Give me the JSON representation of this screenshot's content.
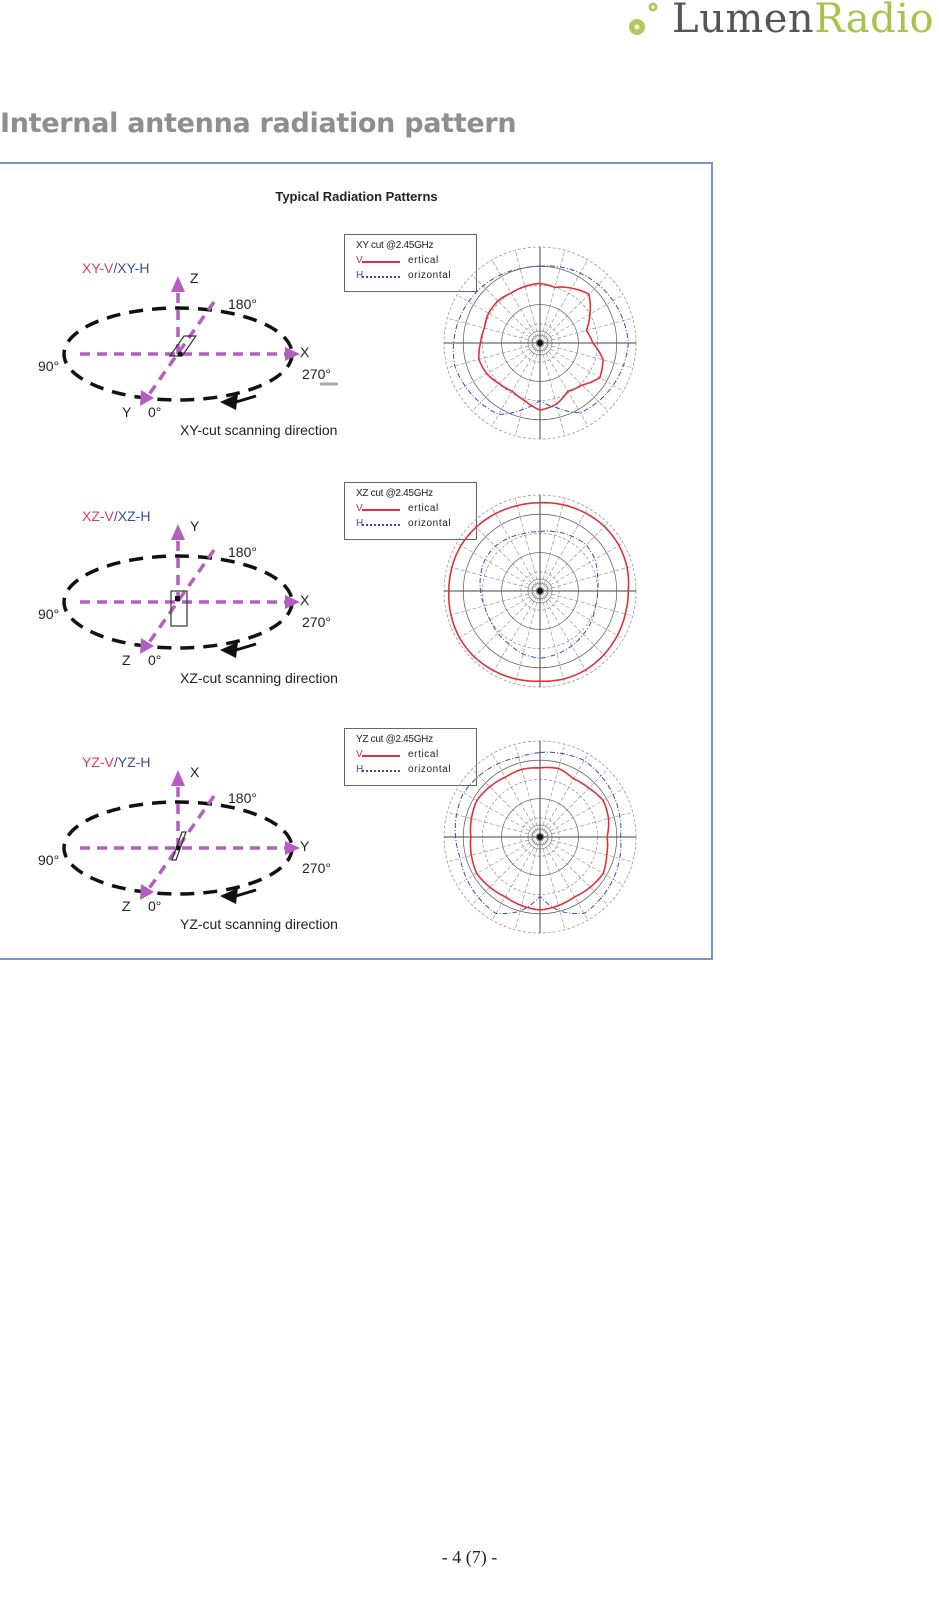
{
  "header": {
    "logo": {
      "part1": "Lumen",
      "part2": "Radio",
      "colors": {
        "lumen": "#555555",
        "radio": "#a9c24a"
      }
    }
  },
  "page": {
    "heading": "Internal antenna radiation pattern",
    "footer": "- 4 (7) -"
  },
  "figure": {
    "title": "Typical Radiation Patterns",
    "panels": [
      {
        "cut_label_v": "XY-V",
        "cut_label_sep": "/",
        "cut_label_h": "XY-H",
        "vertical_axis": "Z",
        "right_axis": "X",
        "front_axis": "Y",
        "angles": {
          "a0": "0°",
          "a90": "90°",
          "a180": "180°",
          "a270": "270°"
        },
        "scan_text": "XY-cut scanning direction",
        "legend": {
          "title": "XY cut @2.45GHz",
          "v_key": "V",
          "v_text": "ertical",
          "h_key": "H",
          "h_text": "orizontal"
        }
      },
      {
        "cut_label_v": "XZ-V",
        "cut_label_sep": "/",
        "cut_label_h": "XZ-H",
        "vertical_axis": "Y",
        "right_axis": "X",
        "front_axis": "Z",
        "angles": {
          "a0": "0°",
          "a90": "90°",
          "a180": "180°",
          "a270": "270°"
        },
        "scan_text": "XZ-cut scanning direction",
        "legend": {
          "title": "XZ cut @2.45GHz",
          "v_key": "V",
          "v_text": "ertical",
          "h_key": "H",
          "h_text": "orizontal"
        }
      },
      {
        "cut_label_v": "YZ-V",
        "cut_label_sep": "/",
        "cut_label_h": "YZ-H",
        "vertical_axis": "X",
        "right_axis": "Y",
        "front_axis": "Z",
        "angles": {
          "a0": "0°",
          "a90": "90°",
          "a180": "180°",
          "a270": "270°"
        },
        "scan_text": "YZ-cut scanning direction",
        "legend": {
          "title": "YZ cut @2.45GHz",
          "v_key": "V",
          "v_text": "ertical",
          "h_key": "H",
          "h_text": "orizontal"
        }
      }
    ],
    "colors": {
      "vertical": "#e0303c",
      "horizontal": "#3c4aa8",
      "axis_arrow": "#b45fc0",
      "border": "#7b93c6"
    }
  },
  "chart_data": [
    {
      "type": "polar",
      "title": "XY cut @2.45GHz",
      "series": [
        {
          "name": "Vertical",
          "color": "#e0303c",
          "r_norm": [
            0.62,
            0.6,
            0.66,
            0.72,
            0.6,
            0.5,
            0.55,
            0.68,
            0.72,
            0.62,
            0.58,
            0.66,
            0.7,
            0.62,
            0.58,
            0.6,
            0.64,
            0.66,
            0.62,
            0.6,
            0.62,
            0.62,
            0.6,
            0.61
          ]
        },
        {
          "name": "Horizontal",
          "color": "#3c4aa8",
          "r_norm": [
            0.8,
            0.82,
            0.84,
            0.86,
            0.88,
            0.9,
            0.92,
            0.9,
            0.88,
            0.86,
            0.84,
            0.7,
            0.6,
            0.72,
            0.86,
            0.88,
            0.9,
            0.92,
            0.9,
            0.88,
            0.86,
            0.84,
            0.82,
            0.8
          ]
        }
      ],
      "rings": 5,
      "spokes": 24
    },
    {
      "type": "polar",
      "title": "XZ cut @2.45GHz",
      "series": [
        {
          "name": "Vertical",
          "color": "#e0303c",
          "r_norm": [
            0.92,
            0.93,
            0.94,
            0.95,
            0.95,
            0.94,
            0.92,
            0.92,
            0.93,
            0.94,
            0.95,
            0.95,
            0.94,
            0.95,
            0.96,
            0.97,
            0.97,
            0.96,
            0.95,
            0.95,
            0.95,
            0.94,
            0.93,
            0.92
          ]
        },
        {
          "name": "Horizontal",
          "color": "#3c4aa8",
          "r_norm": [
            0.62,
            0.64,
            0.66,
            0.68,
            0.66,
            0.62,
            0.6,
            0.6,
            0.62,
            0.64,
            0.66,
            0.68,
            0.7,
            0.68,
            0.64,
            0.62,
            0.6,
            0.6,
            0.62,
            0.64,
            0.66,
            0.66,
            0.64,
            0.62
          ]
        }
      ],
      "rings": 5,
      "spokes": 24
    },
    {
      "type": "polar",
      "title": "YZ cut @2.45GHz",
      "series": [
        {
          "name": "Vertical",
          "color": "#e0303c",
          "r_norm": [
            0.72,
            0.74,
            0.7,
            0.72,
            0.76,
            0.74,
            0.7,
            0.72,
            0.76,
            0.74,
            0.72,
            0.74,
            0.76,
            0.74,
            0.72,
            0.74,
            0.76,
            0.74,
            0.72,
            0.74,
            0.76,
            0.74,
            0.72,
            0.73
          ]
        },
        {
          "name": "Horizontal",
          "color": "#3c4aa8",
          "r_norm": [
            0.88,
            0.9,
            0.92,
            0.9,
            0.88,
            0.86,
            0.84,
            0.86,
            0.88,
            0.9,
            0.92,
            0.8,
            0.62,
            0.8,
            0.92,
            0.9,
            0.88,
            0.86,
            0.88,
            0.9,
            0.92,
            0.9,
            0.88,
            0.86
          ]
        }
      ],
      "rings": 5,
      "spokes": 24
    }
  ]
}
